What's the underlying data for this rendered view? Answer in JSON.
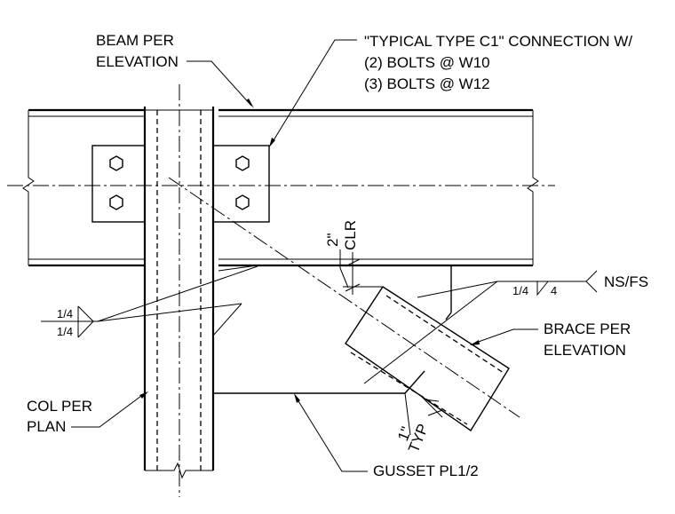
{
  "labels": {
    "beam_line1": "BEAM PER",
    "beam_line2": "ELEVATION",
    "conn_line1": "\"TYPICAL TYPE C1\" CONNECTION W/",
    "conn_line2": "(2) BOLTS @ W10",
    "conn_line3": "(3) BOLTS @ W12",
    "clr_dim": "2\"",
    "clr_word": "CLR",
    "nsfs": "NS/FS",
    "weld_right_left": "1/4",
    "weld_right_right": "4",
    "weld_left_top": "1/4",
    "weld_left_bottom": "1/4",
    "brace_line1": "BRACE PER",
    "brace_line2": "ELEVATION",
    "col_line1": "COL PER",
    "col_line2": "PLAN",
    "typ_dim": "1\"",
    "typ_word": "TYP",
    "gusset": "GUSSET PL1/2"
  }
}
